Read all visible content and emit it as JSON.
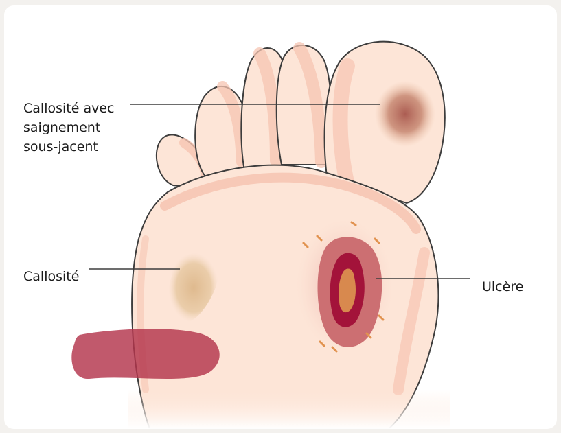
{
  "labels": {
    "callus_bleeding": [
      "Callosité avec",
      "saignement",
      "sous-jacent"
    ],
    "callus": "Callosité",
    "ulcer": "Ulcère"
  },
  "colors": {
    "skin": "#fde5d7",
    "skin_shadow": "#f6c4b2",
    "outline": "#3d3d3d",
    "bruise": "#b25d52",
    "callus": "#e2be92",
    "ulcer_outer": "#cc6f72",
    "ulcer_ring": "#a3133a",
    "ulcer_core": "#d8894e",
    "pressure_mark": "#b3354c",
    "leader_line": "#3d3d3d"
  }
}
